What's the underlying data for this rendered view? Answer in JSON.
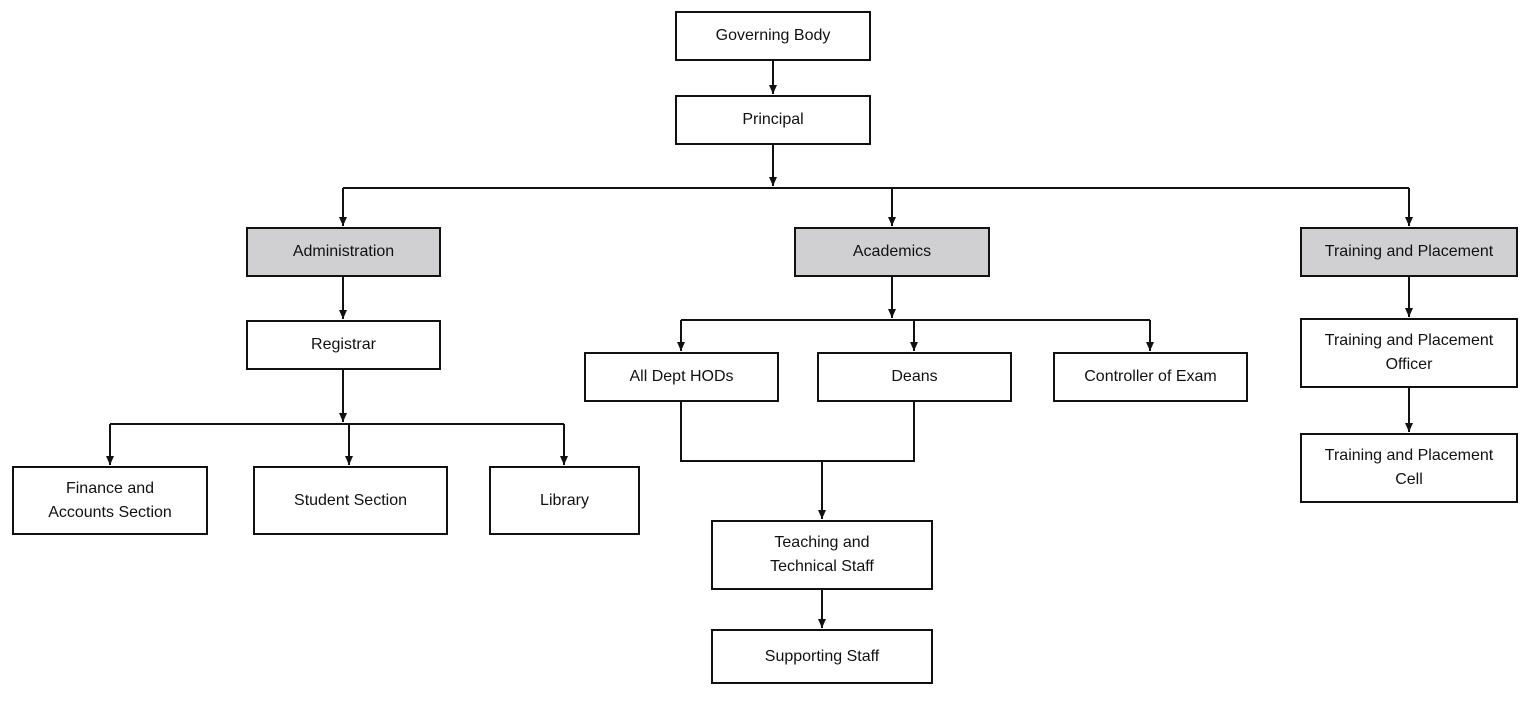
{
  "diagram": {
    "nodes": {
      "governing_body": {
        "label": "Governing Body",
        "shaded": false
      },
      "principal": {
        "label": "Principal",
        "shaded": false
      },
      "administration": {
        "label": "Administration",
        "shaded": true
      },
      "academics": {
        "label": "Academics",
        "shaded": true
      },
      "training_placement": {
        "label": "Training and Placement",
        "shaded": true
      },
      "registrar": {
        "label": "Registrar",
        "shaded": false
      },
      "finance_accounts": {
        "label": "Finance and\nAccounts Section",
        "shaded": false
      },
      "student_section": {
        "label": "Student Section",
        "shaded": false
      },
      "library": {
        "label": "Library",
        "shaded": false
      },
      "all_dept_hods": {
        "label": "All Dept HODs",
        "shaded": false
      },
      "deans": {
        "label": "Deans",
        "shaded": false
      },
      "controller_exam": {
        "label": "Controller of Exam",
        "shaded": false
      },
      "teaching_technical": {
        "label": "Teaching and\nTechnical Staff",
        "shaded": false
      },
      "supporting_staff": {
        "label": "Supporting Staff",
        "shaded": false
      },
      "tp_officer": {
        "label": "Training and Placement\nOfficer",
        "shaded": false
      },
      "tp_cell": {
        "label": "Training and Placement\nCell",
        "shaded": false
      }
    },
    "edges": [
      {
        "from": "governing_body",
        "to": "principal"
      },
      {
        "from": "principal",
        "to": "administration"
      },
      {
        "from": "principal",
        "to": "academics"
      },
      {
        "from": "principal",
        "to": "training_placement"
      },
      {
        "from": "administration",
        "to": "registrar"
      },
      {
        "from": "registrar",
        "to": "finance_accounts"
      },
      {
        "from": "registrar",
        "to": "student_section"
      },
      {
        "from": "registrar",
        "to": "library"
      },
      {
        "from": "academics",
        "to": "all_dept_hods"
      },
      {
        "from": "academics",
        "to": "deans"
      },
      {
        "from": "academics",
        "to": "controller_exam"
      },
      {
        "from": "all_dept_hods",
        "to": "teaching_technical"
      },
      {
        "from": "deans",
        "to": "teaching_technical"
      },
      {
        "from": "teaching_technical",
        "to": "supporting_staff"
      },
      {
        "from": "training_placement",
        "to": "tp_officer"
      },
      {
        "from": "tp_officer",
        "to": "tp_cell"
      }
    ],
    "colors": {
      "line": "#111111",
      "shaded_fill": "#d0d0d3",
      "plain_fill": "#ffffff"
    }
  }
}
